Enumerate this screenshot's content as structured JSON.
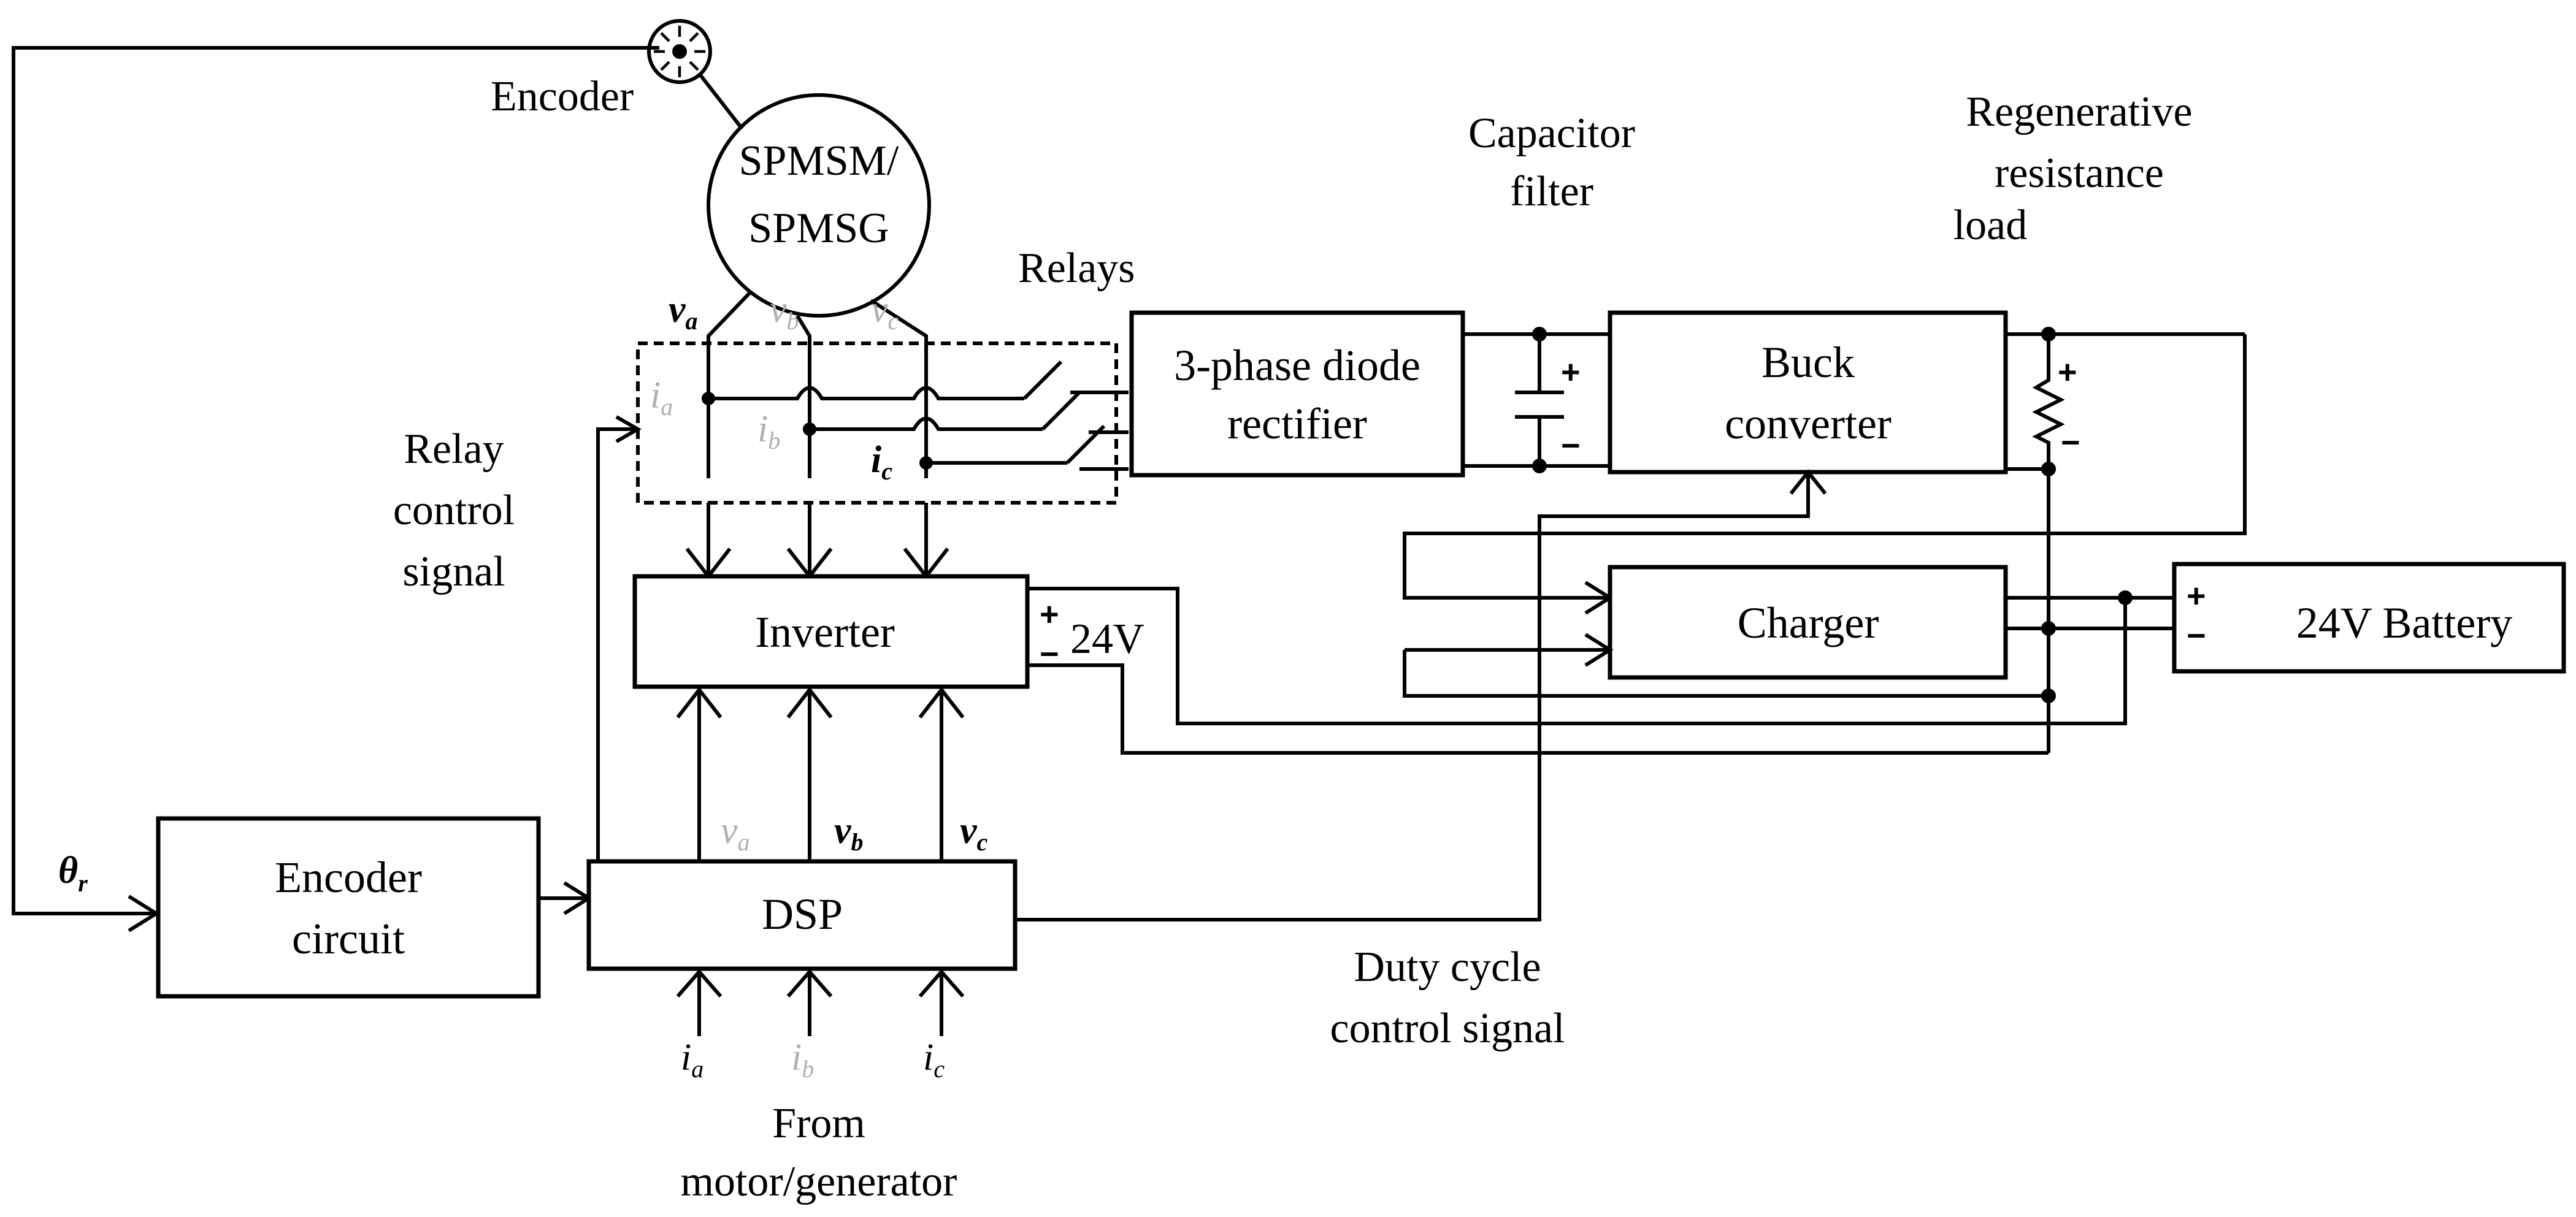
{
  "labels": {
    "encoder": "Encoder",
    "machine_line1": "SPMSM/",
    "machine_line2": "SPMSG",
    "relays": "Relays",
    "capacitor_filter_line1": "Capacitor",
    "capacitor_filter_line2": "filter",
    "regen_line1": "Regenerative",
    "regen_line2": "resistance",
    "regen_line3": "load",
    "relay_ctrl_line1": "Relay",
    "relay_ctrl_line2": "control",
    "relay_ctrl_line3": "signal",
    "duty_line1": "Duty cycle",
    "duty_line2": "control signal",
    "from_line1": "From",
    "from_line2": "motor/generator",
    "voltage_24v": "24V"
  },
  "blocks": {
    "rectifier_line1": "3-phase diode",
    "rectifier_line2": "rectifier",
    "buck_line1": "Buck",
    "buck_line2": "converter",
    "inverter": "Inverter",
    "charger": "Charger",
    "battery": "24V Battery",
    "encoder_circuit_line1": "Encoder",
    "encoder_circuit_line2": "circuit",
    "dsp": "DSP"
  },
  "symbols": {
    "v": "v",
    "i": "i",
    "theta": "θ",
    "sub_a": "a",
    "sub_b": "b",
    "sub_c": "c",
    "sub_r": "r",
    "plus": "+",
    "minus": "−"
  }
}
